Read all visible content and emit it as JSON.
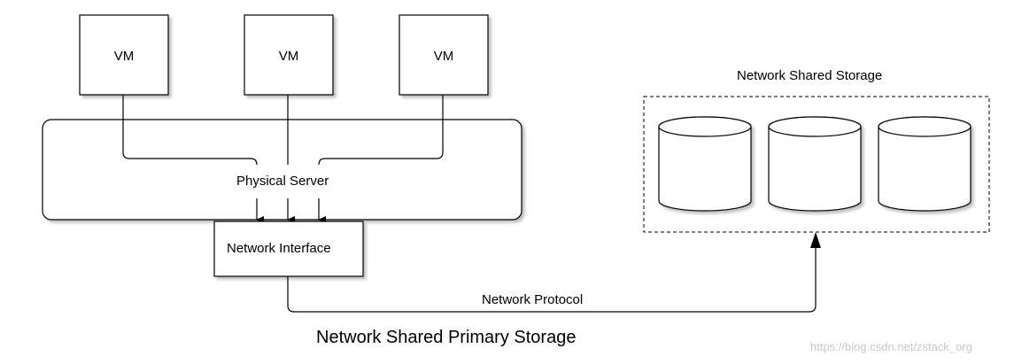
{
  "diagram": {
    "vms": [
      {
        "label": "VM"
      },
      {
        "label": "VM"
      },
      {
        "label": "VM"
      }
    ],
    "physical_server": {
      "label": "Physical Server"
    },
    "network_interface": {
      "label": "Network Interface"
    },
    "storage": {
      "title": "Network Shared Storage",
      "disk_count": 3
    },
    "connection": {
      "label": "Network Protocol"
    },
    "caption": "Network Shared Primary Storage",
    "watermark": "https://blog.csdn.net/zstack_org"
  }
}
